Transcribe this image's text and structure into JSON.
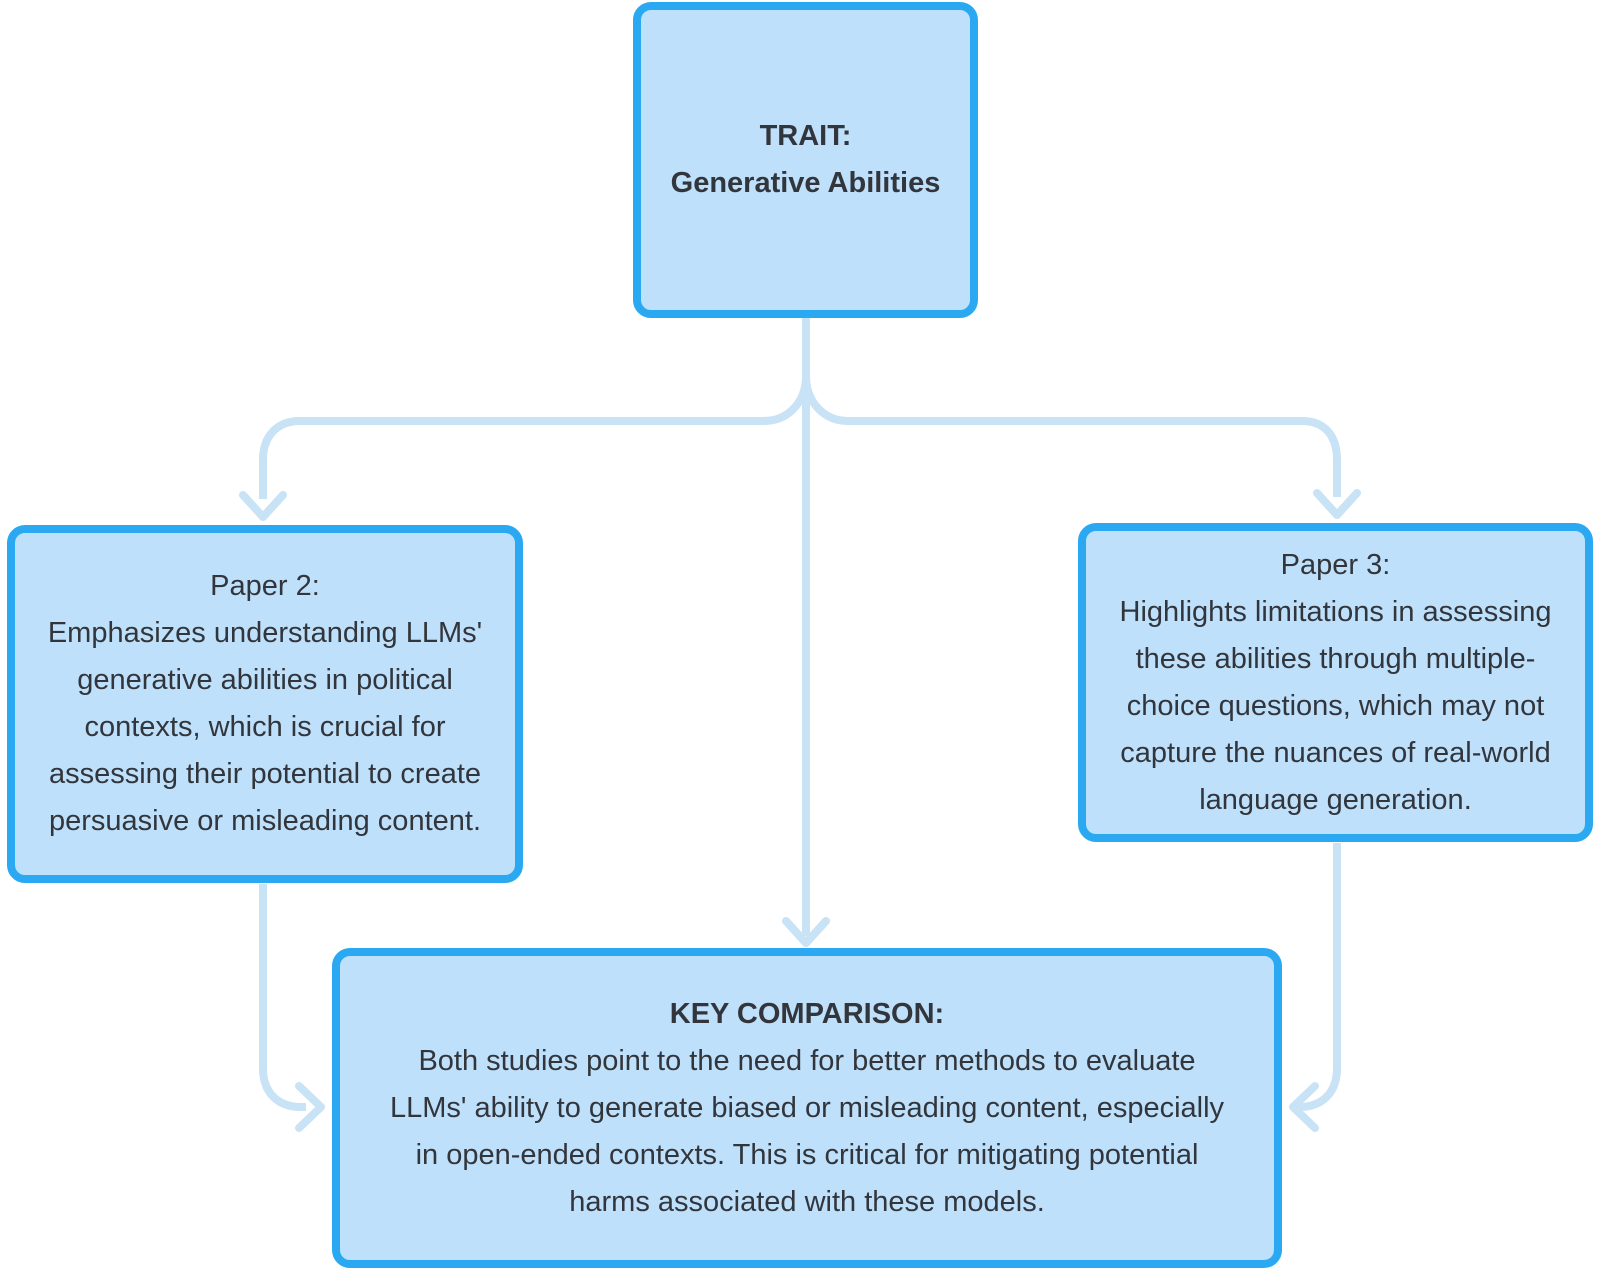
{
  "colors": {
    "background": "#ffffff",
    "box_fill": "#bee0fa",
    "box_border": "#2aa9f2",
    "connector": "#c8e2f6",
    "text": "#32363c"
  },
  "nodes": {
    "trait": {
      "lines": [
        "TRAIT:",
        "Generative Abilities"
      ]
    },
    "paper2": {
      "title": "Paper 2:",
      "lines": [
        "Emphasizes understanding LLMs'",
        "generative abilities in political",
        "contexts, which is crucial for",
        "assessing their potential to create",
        "persuasive or misleading content."
      ]
    },
    "paper3": {
      "title": "Paper 3:",
      "lines": [
        "Highlights limitations in assessing",
        "these abilities through multiple-",
        "choice questions, which may not",
        "capture the nuances of real-world",
        "language generation."
      ]
    },
    "comparison": {
      "title": "KEY COMPARISON:",
      "lines": [
        "Both studies point to the need for better methods to evaluate",
        "LLMs' ability to generate biased or misleading content, especially",
        "in open-ended contexts. This is critical for mitigating potential",
        "harms associated with these models."
      ]
    }
  },
  "connectors": [
    {
      "from": "trait",
      "to": "paper2",
      "arrow": "down"
    },
    {
      "from": "trait",
      "to": "paper3",
      "arrow": "down"
    },
    {
      "from": "trait",
      "to": "comparison",
      "arrow": "down"
    },
    {
      "from": "paper2",
      "to": "comparison",
      "arrow": "right"
    },
    {
      "from": "paper3",
      "to": "comparison",
      "arrow": "left"
    }
  ]
}
